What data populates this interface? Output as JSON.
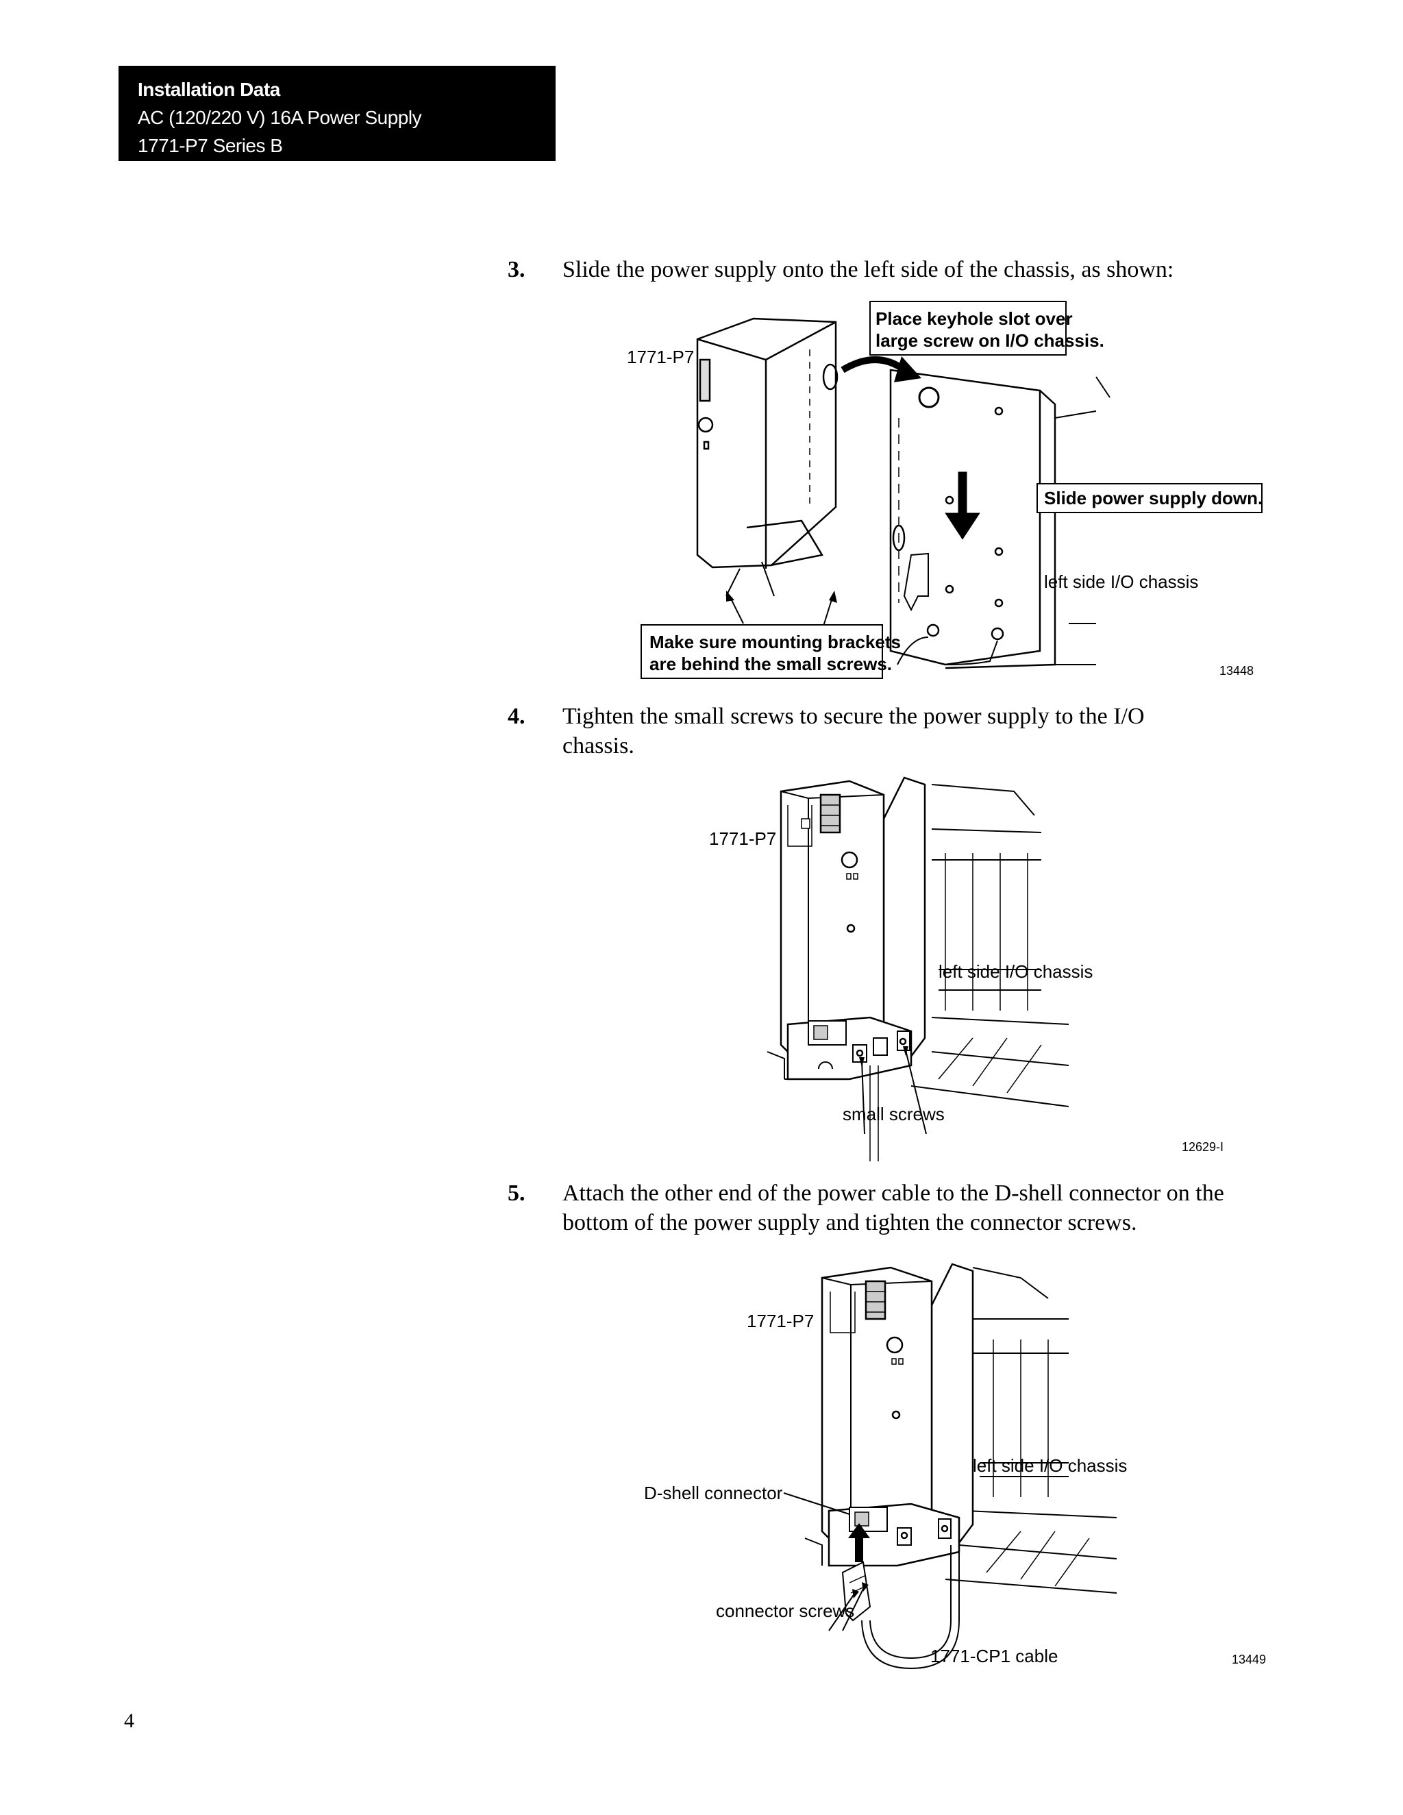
{
  "header": {
    "title": "Installation Data",
    "subtitle": "AC (120/220 V) 16A Power Supply",
    "series": "1771-P7 Series B"
  },
  "steps": [
    {
      "number": "3.",
      "text": "Slide the power supply onto the left side of the chassis, as shown:"
    },
    {
      "number": "4.",
      "text": "Tighten the small screws to secure the power supply to the I/O chassis."
    },
    {
      "number": "5.",
      "text": "Attach the other end of the power cable to the D-shell connector on the bottom of the power supply and tighten the connector screws."
    }
  ],
  "figures": [
    {
      "model_label": "1771-P7",
      "callout_keyhole_line1": "Place keyhole slot over",
      "callout_keyhole_line2": "large screw on I/O chassis.",
      "callout_slide": "Slide power supply down.",
      "chassis_label": "left side I/O chassis",
      "callout_brackets_line1": "Make sure mounting brackets",
      "callout_brackets_line2": "are behind the small screws.",
      "figure_id": "13448"
    },
    {
      "model_label": "1771-P7",
      "chassis_label": "left side I/O chassis",
      "screws_label": "small screws",
      "figure_id": "12629-I"
    },
    {
      "model_label": "1771-P7",
      "chassis_label": "left side I/O chassis",
      "dshell_label": "D-shell connector",
      "connector_screws_label": "connector screws",
      "cable_label": "1771-CP1 cable",
      "figure_id": "13449"
    }
  ],
  "page_number": "4"
}
